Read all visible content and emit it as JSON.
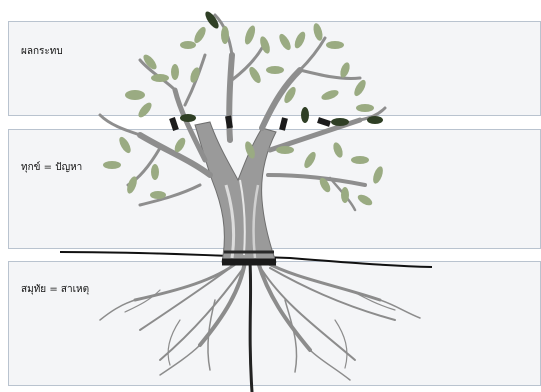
{
  "bands": {
    "top": {
      "label": "ผลกระทบ"
    },
    "middle": {
      "label": "ทุกข์ = ปัญหา"
    },
    "bottom": {
      "label": "สมุทัย = สาเหตุ"
    }
  },
  "illustration": {
    "subject": "tree-with-roots",
    "colors": {
      "trunk": "#9a9a9a",
      "trunk_dark": "#2a2a2a",
      "leaf": "#9aab82",
      "leaf_dark": "#2f3f25",
      "ground": "#111111"
    }
  }
}
